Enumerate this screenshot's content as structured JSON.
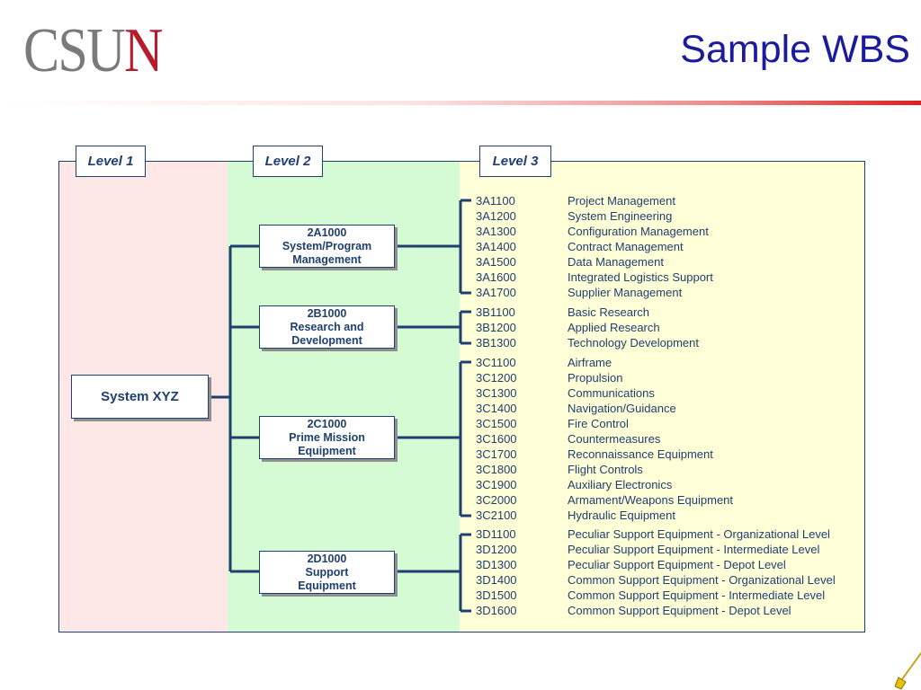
{
  "header": {
    "logo_part1": "CSU",
    "logo_part2": "N",
    "title": "Sample WBS"
  },
  "levels": {
    "level1_label": "Level 1",
    "level2_label": "Level 2",
    "level3_label": "Level 3"
  },
  "root": {
    "label": "System XYZ"
  },
  "level2": [
    {
      "code": "2A1000",
      "line1": "System/Program",
      "line2": "Management"
    },
    {
      "code": "2B1000",
      "line1": "Research and",
      "line2": "Development"
    },
    {
      "code": "2C1000",
      "line1": "Prime Mission",
      "line2": "Equipment"
    },
    {
      "code": "2D1000",
      "line1": "Support",
      "line2": "Equipment"
    }
  ],
  "level3": [
    [
      {
        "code": "3A1100",
        "name": "Project Management"
      },
      {
        "code": "3A1200",
        "name": "System Engineering"
      },
      {
        "code": "3A1300",
        "name": "Configuration Management"
      },
      {
        "code": "3A1400",
        "name": "Contract Management"
      },
      {
        "code": "3A1500",
        "name": "Data Management"
      },
      {
        "code": "3A1600",
        "name": "Integrated Logistics Support"
      },
      {
        "code": "3A1700",
        "name": "Supplier Management"
      }
    ],
    [
      {
        "code": "3B1100",
        "name": "Basic Research"
      },
      {
        "code": "3B1200",
        "name": "Applied Research"
      },
      {
        "code": "3B1300",
        "name": "Technology Development"
      }
    ],
    [
      {
        "code": "3C1100",
        "name": "Airframe"
      },
      {
        "code": "3C1200",
        "name": "Propulsion"
      },
      {
        "code": "3C1300",
        "name": "Communications"
      },
      {
        "code": "3C1400",
        "name": "Navigation/Guidance"
      },
      {
        "code": "3C1500",
        "name": "Fire Control"
      },
      {
        "code": "3C1600",
        "name": "Countermeasures"
      },
      {
        "code": "3C1700",
        "name": "Reconnaissance Equipment"
      },
      {
        "code": "3C1800",
        "name": "Flight Controls"
      },
      {
        "code": "3C1900",
        "name": "Auxiliary Electronics"
      },
      {
        "code": "3C2000",
        "name": "Armament/Weapons Equipment"
      },
      {
        "code": "3C2100",
        "name": "Hydraulic Equipment"
      }
    ],
    [
      {
        "code": "3D1100",
        "name": "Peculiar Support Equipment - Organizational Level"
      },
      {
        "code": "3D1200",
        "name": "Peculiar Support Equipment - Intermediate Level"
      },
      {
        "code": "3D1300",
        "name": "Peculiar Support Equipment - Depot Level"
      },
      {
        "code": "3D1400",
        "name": "Common Support Equipment - Organizational Level"
      },
      {
        "code": "3D1500",
        "name": "Common Support Equipment - Intermediate Level"
      },
      {
        "code": "3D1600",
        "name": "Common Support Equipment - Depot Level"
      }
    ]
  ],
  "colors": {
    "title_blue": "#1b1b9e",
    "line_navy": "#1f3f6e",
    "logo_gray": "#7a7a7a",
    "logo_red": "#b81c2c",
    "level1_band": "#fde7e7",
    "level2_band": "#d4fbd4",
    "level3_band": "#ffffd8"
  },
  "icons": {
    "corner": "pencil-icon"
  }
}
